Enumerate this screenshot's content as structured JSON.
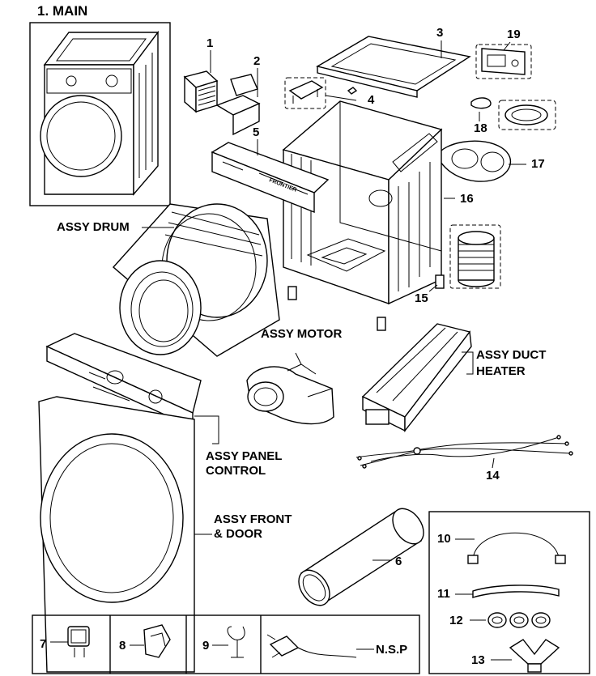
{
  "title": "1. MAIN",
  "parts": {
    "p1": "1",
    "p2": "2",
    "p3": "3",
    "p4": "4",
    "p5": "5",
    "p6": "6",
    "p7": "7",
    "p8": "8",
    "p9": "9",
    "p10": "10",
    "p11": "11",
    "p12": "12",
    "p13": "13",
    "p14": "14",
    "p15": "15",
    "p16": "16",
    "p17": "17",
    "p18": "18",
    "p19": "19"
  },
  "assemblies": {
    "drum": "ASSY DRUM",
    "motor": "ASSY MOTOR",
    "duct_heater_1": "ASSY DUCT",
    "duct_heater_2": "HEATER",
    "panel_control_1": "ASSY PANEL",
    "panel_control_2": "CONTROL",
    "front_door_1": "ASSY FRONT",
    "front_door_2": "& DOOR"
  },
  "nsp": "N.S.P",
  "panel_brand": "FRONTIER"
}
